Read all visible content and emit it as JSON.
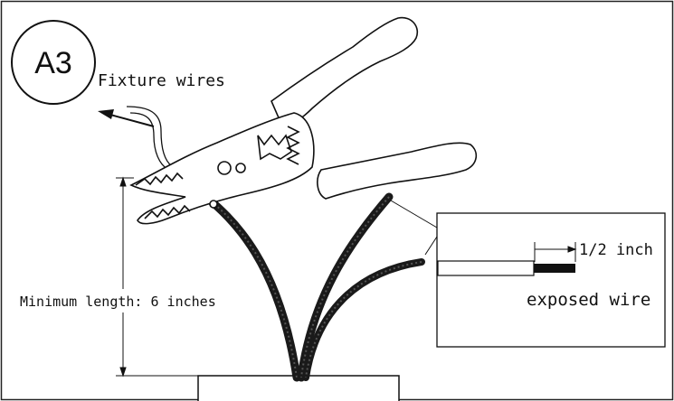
{
  "figure": {
    "step_badge": "A3",
    "labels": {
      "fixture_wires": "Fixture wires",
      "minimum_length": "Minimum length: 6 inches",
      "strip_length": "1/2 inch",
      "exposed_wire": "exposed wire"
    },
    "icons": [
      "wire-stripper-icon",
      "electrical-box-icon",
      "wire-bundle-icon",
      "arrow-icon"
    ]
  }
}
